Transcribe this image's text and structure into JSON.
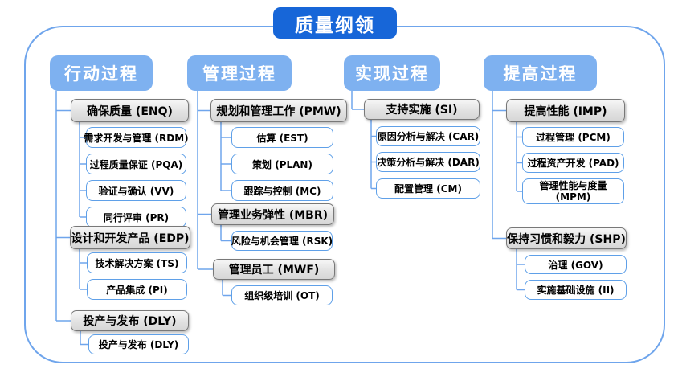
{
  "title": "质量纲领",
  "columns": [
    {
      "header": "行动过程",
      "groups": [
        {
          "label": "确保质量 (ENQ)",
          "children": [
            "需求开发与管理 (RDM)",
            "过程质量保证 (PQA)",
            "验证与确认 (VV)",
            "同行评审 (PR)"
          ]
        },
        {
          "label": "设计和开发产品 (EDP)",
          "children": [
            "技术解决方案 (TS)",
            "产品集成 (PI)"
          ]
        },
        {
          "label": "投产与发布 (DLY)",
          "children": [
            "投产与发布 (DLY)"
          ]
        }
      ]
    },
    {
      "header": "管理过程",
      "groups": [
        {
          "label": "规划和管理工作 (PMW)",
          "children": [
            "估算 (EST)",
            "策划 (PLAN)",
            "跟踪与控制 (MC)"
          ]
        },
        {
          "label": "管理业务弹性 (MBR)",
          "children": [
            "风险与机会管理 (RSK)"
          ]
        },
        {
          "label": "管理员工 (MWF)",
          "children": [
            "组织级培训 (OT)"
          ]
        }
      ]
    },
    {
      "header": "实现过程",
      "groups": [
        {
          "label": "支持实施 (SI)",
          "children": [
            "原因分析与解决 (CAR)",
            "决策分析与解决 (DAR)",
            "配置管理 (CM)"
          ]
        }
      ]
    },
    {
      "header": "提高过程",
      "groups": [
        {
          "label": "提高性能 (IMP)",
          "children": [
            "过程管理 (PCM)",
            "过程资产开发 (PAD)",
            "管理性能与度量 (MPM)"
          ]
        },
        {
          "label": "保持习惯和毅力 (SHP)",
          "children": [
            "治理 (GOV)",
            "实施基础设施 (II)"
          ]
        }
      ]
    }
  ],
  "colors": {
    "title_bg": "#1766D8",
    "branch_bg": "#7EB1F0",
    "connector": "#6FA5EC",
    "group_border": "#787878",
    "leaf_border": "#5FA0E8"
  }
}
